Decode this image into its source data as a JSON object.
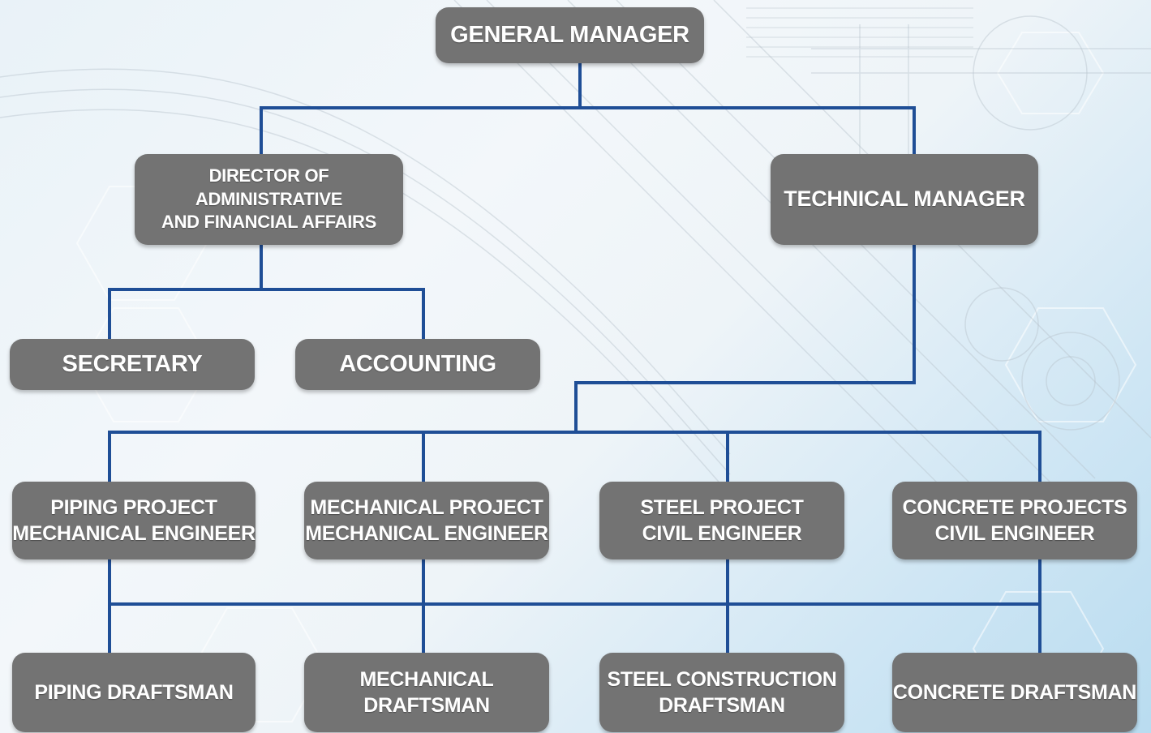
{
  "theme": {
    "node_color": "#737373",
    "connector_color": "#1f4e96",
    "text_color": "#ffffff"
  },
  "nodes": {
    "general_manager": "GENERAL MANAGER",
    "director": "DIRECTOR OF ADMINISTRATIVE\nAND FINANCIAL AFFAIRS",
    "technical_manager": "TECHNICAL MANAGER",
    "secretary": "SECRETARY",
    "accounting": "ACCOUNTING",
    "piping_engineer": "PIPING PROJECT\nMECHANICAL ENGINEER",
    "mechanical_engineer": "MECHANICAL PROJECT\nMECHANICAL ENGINEER",
    "steel_engineer": "STEEL PROJECT\nCIVIL ENGINEER",
    "concrete_engineer": "CONCRETE PROJECTS\nCIVIL ENGINEER",
    "piping_draftsman": "PIPING DRAFTSMAN",
    "mechanical_draftsman": "MECHANICAL DRAFTSMAN",
    "steel_draftsman": "STEEL CONSTRUCTION\nDRAFTSMAN",
    "concrete_draftsman": "CONCRETE DRAFTSMAN"
  }
}
